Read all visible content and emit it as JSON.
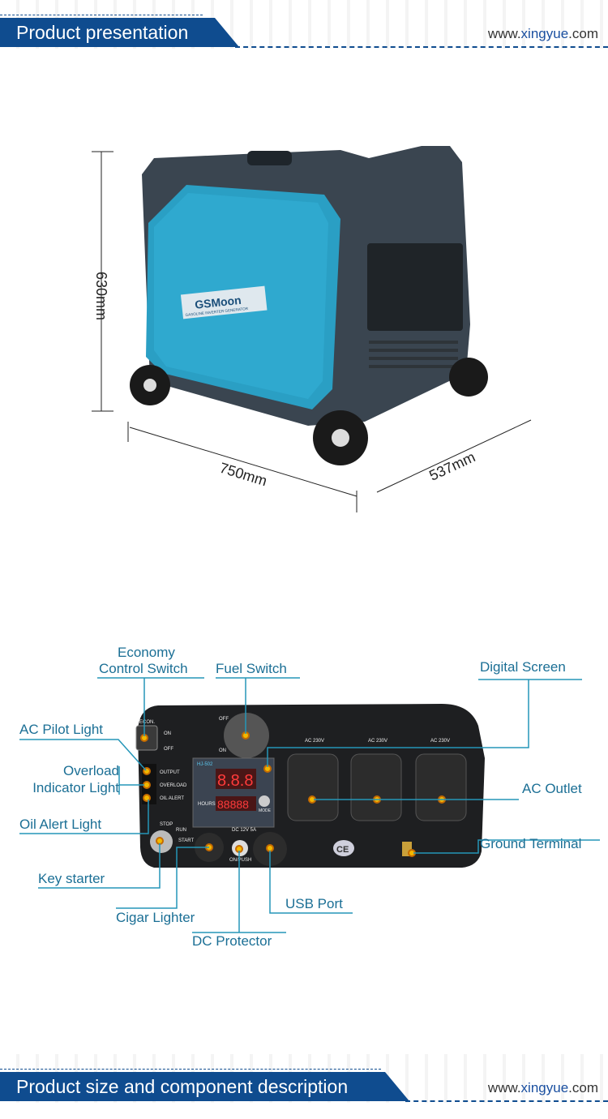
{
  "header_top": {
    "title": "Product presentation",
    "site_prefix": "www.",
    "site_brand": "xingyue",
    "site_suffix": ".com"
  },
  "header_bottom": {
    "title": "Product size and component description",
    "site_prefix": "www.",
    "site_brand": "xingyue",
    "site_suffix": ".com"
  },
  "dimensions": {
    "height": "630mm",
    "length": "750mm",
    "width": "537mm"
  },
  "product": {
    "brand": "GSMoon",
    "model_text": "GASOLINE INVERTER GENERATOR"
  },
  "panel_text": {
    "econ": "ECON.",
    "on": "ON",
    "off": "OFF",
    "output": "OUTPUT",
    "overload": "OVERLOAD",
    "oil_alert": "OIL ALERT",
    "stop": "STOP",
    "run": "RUN",
    "start": "START",
    "ac": "AC 230V",
    "dc": "DC 12V 5A",
    "meter": "HJ-502",
    "hours": "HOURS",
    "mode": "MODE",
    "digits": "8.8.8",
    "hour_digits": "88888",
    "on_push": "ON/PUSH",
    "fuel_off": "OFF",
    "fuel_on": "ON",
    "ce": "CE"
  },
  "labels": {
    "economy1": "Economy",
    "economy2": "Control Switch",
    "fuel_switch": "Fuel Switch",
    "digital_screen": "Digital Screen",
    "ac_pilot": "AC Pilot Light",
    "overload1": "Overload",
    "overload2": "Indicator Light",
    "oil_alert": "Oil Alert Light",
    "ac_outlet": "AC Outlet",
    "ground": "Ground Terminal",
    "key_starter": "Key starter",
    "cigar": "Cigar Lighter",
    "dc_protector": "DC Protector",
    "usb": "USB Port"
  },
  "colors": {
    "banner": "#0f4c8f",
    "label": "#1b6f95",
    "line": "#2596b8",
    "housing": "#2a9fc4",
    "frame": "#3a4550",
    "led": "#f2b800"
  }
}
